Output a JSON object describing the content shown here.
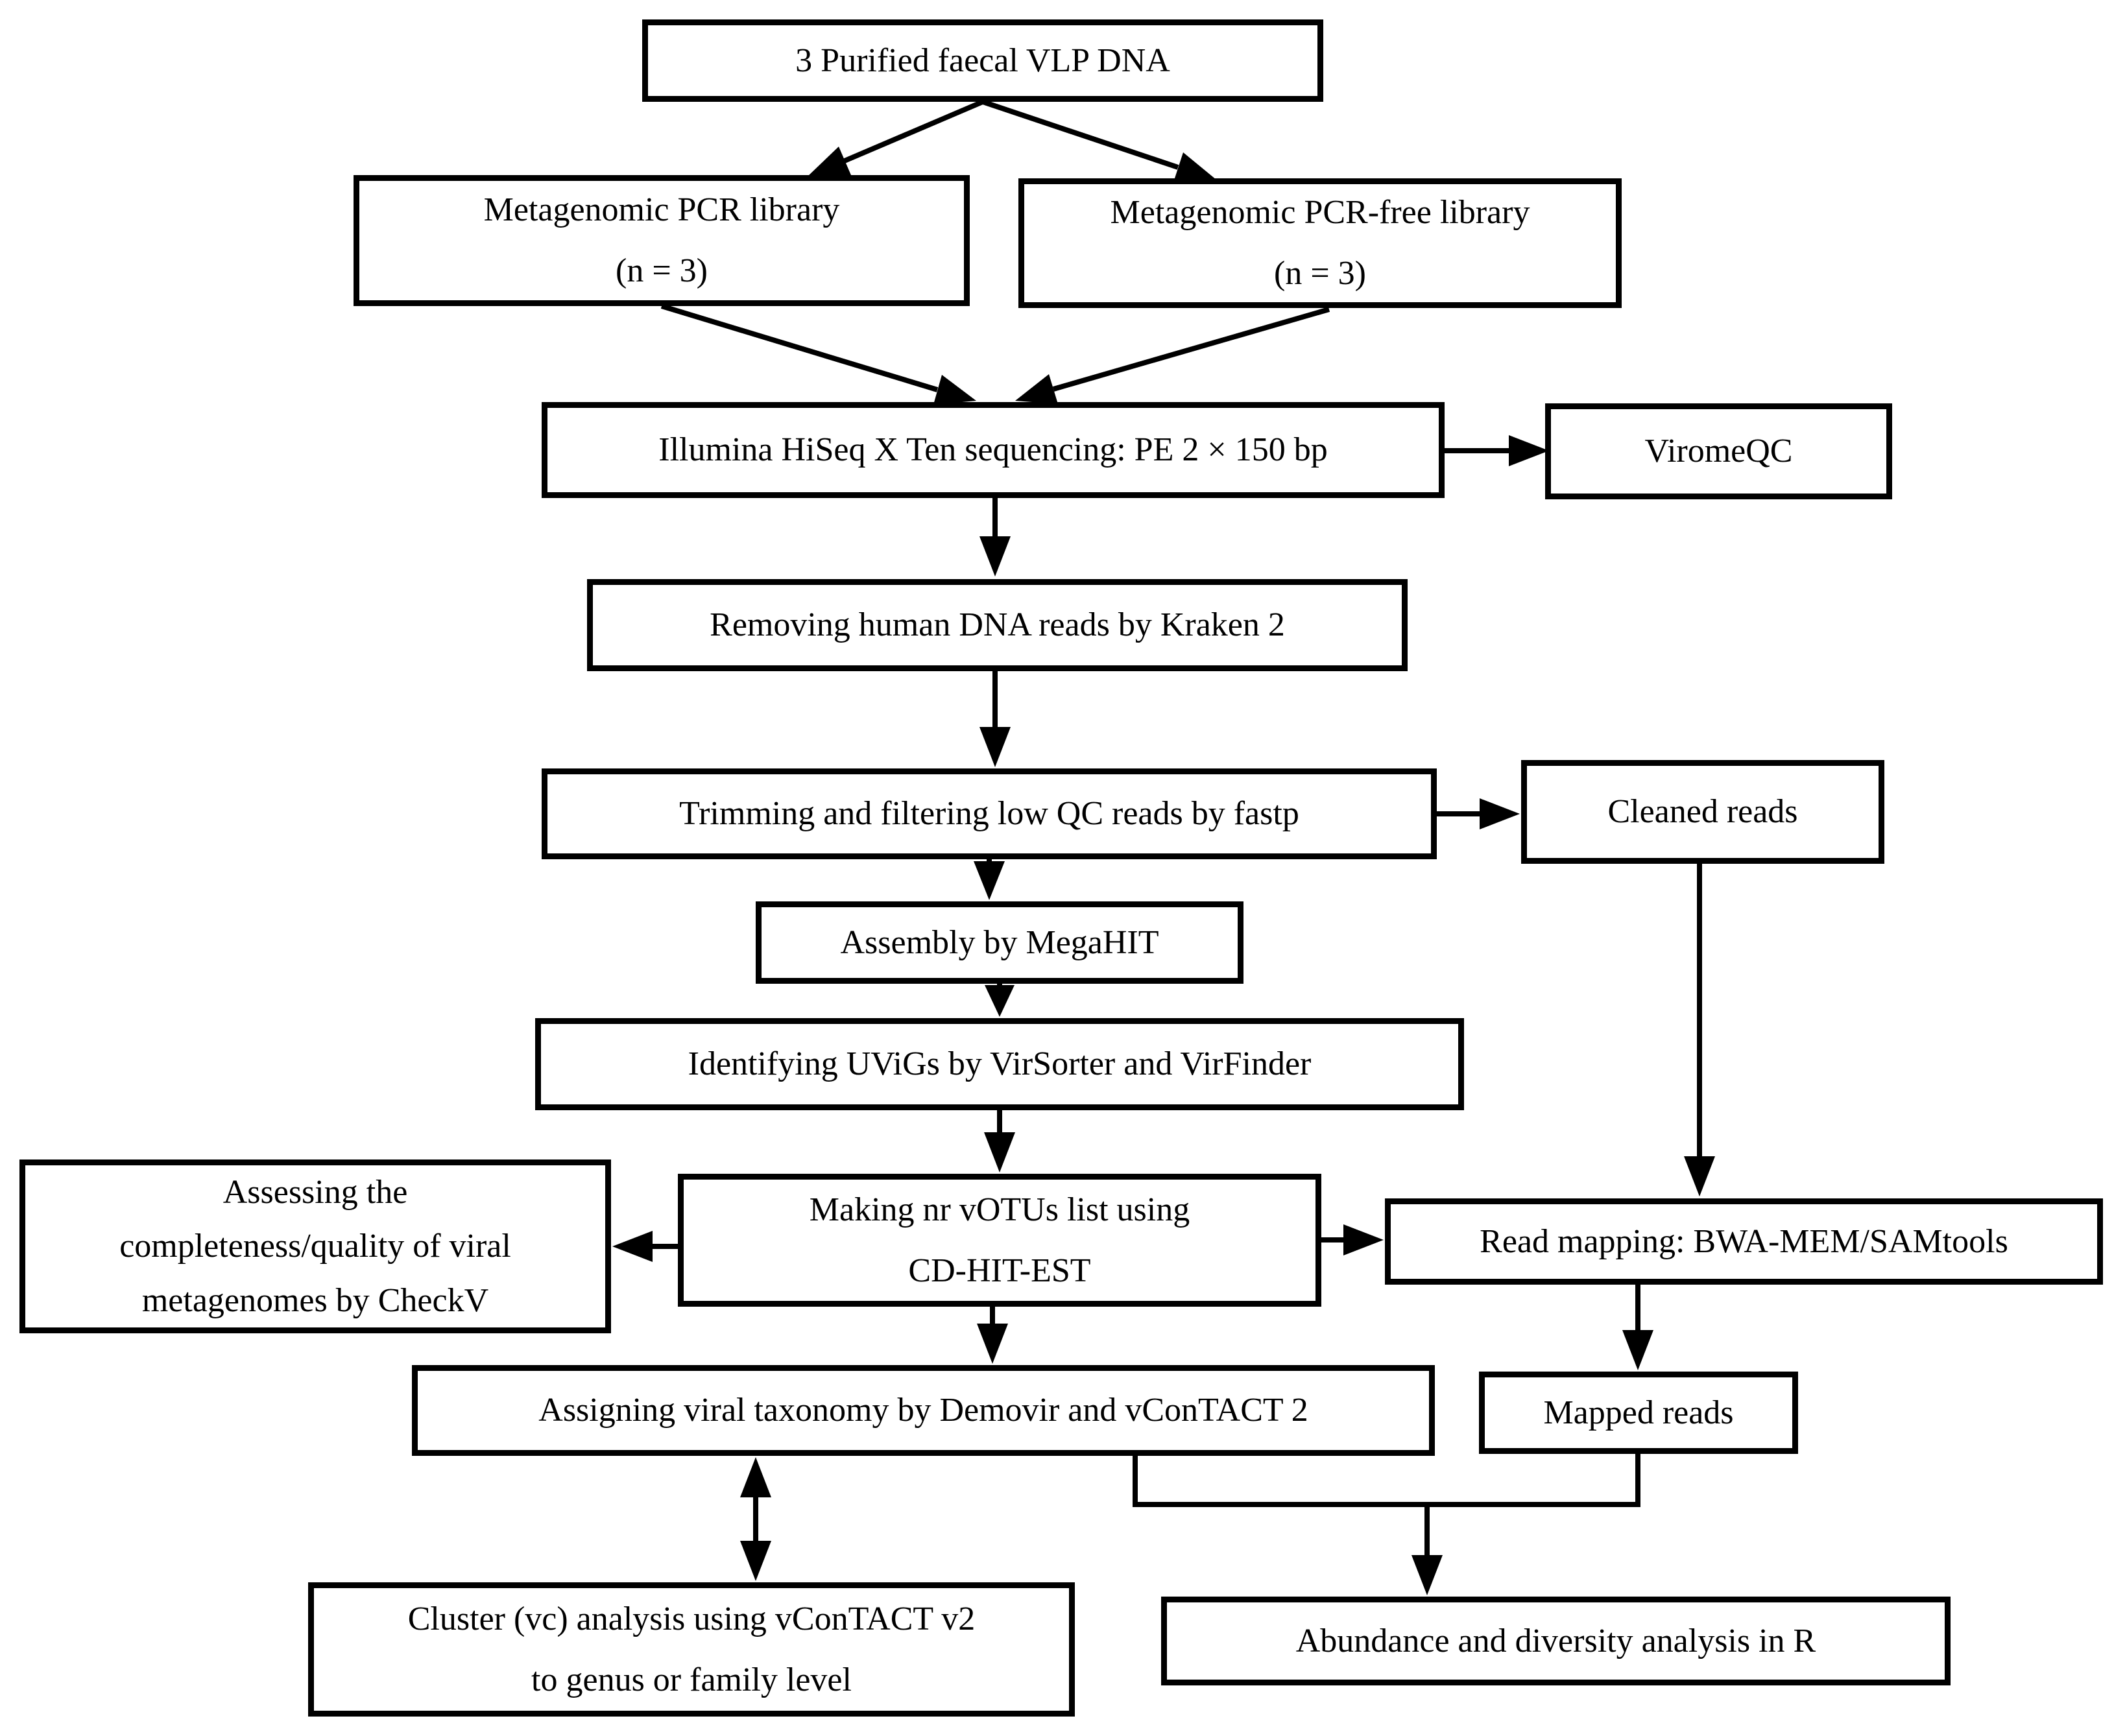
{
  "diagram": {
    "type": "flowchart",
    "colors": {
      "background": "#ffffff",
      "box_fill": "#ffffff",
      "box_border": "#000000",
      "line": "#000000",
      "text": "#000000"
    },
    "nodes": {
      "purified": {
        "label": "3 Purified faecal VLP DNA"
      },
      "pcr_library": {
        "label": "Metagenomic PCR library\n(n = 3)"
      },
      "pcr_free_library": {
        "label": "Metagenomic PCR-free library\n(n = 3)"
      },
      "sequencing": {
        "label": "Illumina HiSeq X Ten sequencing: PE 2 × 150 bp"
      },
      "viromeqc": {
        "label": "ViromeQC"
      },
      "kraken": {
        "label": "Removing human DNA reads by Kraken 2"
      },
      "fastp": {
        "label": "Trimming and filtering low QC reads by fastp"
      },
      "cleaned_reads": {
        "label": "Cleaned reads"
      },
      "assembly": {
        "label": "Assembly by MegaHIT"
      },
      "uvigs": {
        "label": "Identifying UViGs by VirSorter and VirFinder"
      },
      "checkv": {
        "label": "Assessing the\ncompleteness/quality of viral\nmetagenomes by CheckV"
      },
      "votus": {
        "label": "Making nr vOTUs list using\nCD-HIT-EST"
      },
      "read_mapping": {
        "label": "Read mapping: BWA-MEM/SAMtools"
      },
      "taxonomy": {
        "label": "Assigning viral taxonomy by Demovir and vConTACT 2"
      },
      "mapped_reads": {
        "label": "Mapped reads"
      },
      "cluster": {
        "label": "Cluster (vc) analysis using vConTACT v2\nto genus or family level"
      },
      "abundance": {
        "label": "Abundance and diversity analysis in R"
      }
    },
    "edges": [
      {
        "from": "purified",
        "to": "pcr_library",
        "arrow": "single"
      },
      {
        "from": "purified",
        "to": "pcr_free_library",
        "arrow": "single"
      },
      {
        "from": "pcr_library",
        "to": "sequencing",
        "arrow": "single"
      },
      {
        "from": "pcr_free_library",
        "to": "sequencing",
        "arrow": "single"
      },
      {
        "from": "sequencing",
        "to": "viromeqc",
        "arrow": "single"
      },
      {
        "from": "sequencing",
        "to": "kraken",
        "arrow": "single"
      },
      {
        "from": "kraken",
        "to": "fastp",
        "arrow": "single"
      },
      {
        "from": "fastp",
        "to": "cleaned_reads",
        "arrow": "single"
      },
      {
        "from": "fastp",
        "to": "assembly",
        "arrow": "single"
      },
      {
        "from": "assembly",
        "to": "uvigs",
        "arrow": "single"
      },
      {
        "from": "uvigs",
        "to": "votus",
        "arrow": "single"
      },
      {
        "from": "votus",
        "to": "checkv",
        "arrow": "single"
      },
      {
        "from": "votus",
        "to": "read_mapping",
        "arrow": "single"
      },
      {
        "from": "cleaned_reads",
        "to": "read_mapping",
        "arrow": "single"
      },
      {
        "from": "votus",
        "to": "taxonomy",
        "arrow": "single"
      },
      {
        "from": "read_mapping",
        "to": "mapped_reads",
        "arrow": "single"
      },
      {
        "from": "taxonomy",
        "to": "cluster",
        "arrow": "double"
      },
      {
        "from": "taxonomy",
        "to": "abundance",
        "arrow": "single"
      },
      {
        "from": "mapped_reads",
        "to": "abundance",
        "arrow": "single"
      }
    ]
  }
}
